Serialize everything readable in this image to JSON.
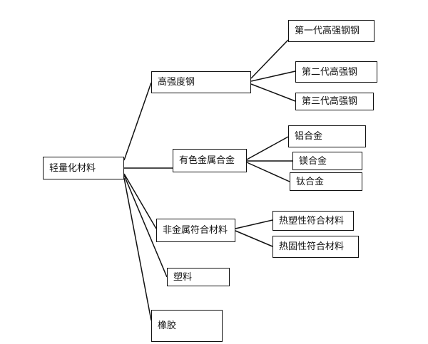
{
  "diagram": {
    "root": {
      "label": "轻量化材料"
    },
    "branches": [
      {
        "label": "高强度钢",
        "children": [
          {
            "label": "第一代高强钢钢"
          },
          {
            "label": "第二代高强钢"
          },
          {
            "label": "第三代高强钢"
          }
        ]
      },
      {
        "label": "有色金属合金",
        "children": [
          {
            "label": "铝合金"
          },
          {
            "label": "镁合金"
          },
          {
            "label": "钛合金"
          }
        ]
      },
      {
        "label": "非金属符合材料",
        "children": [
          {
            "label": "热塑性符合材料"
          },
          {
            "label": "热固性符合材料"
          }
        ]
      },
      {
        "label": "塑料",
        "children": []
      },
      {
        "label": "橡胶",
        "children": []
      }
    ]
  }
}
